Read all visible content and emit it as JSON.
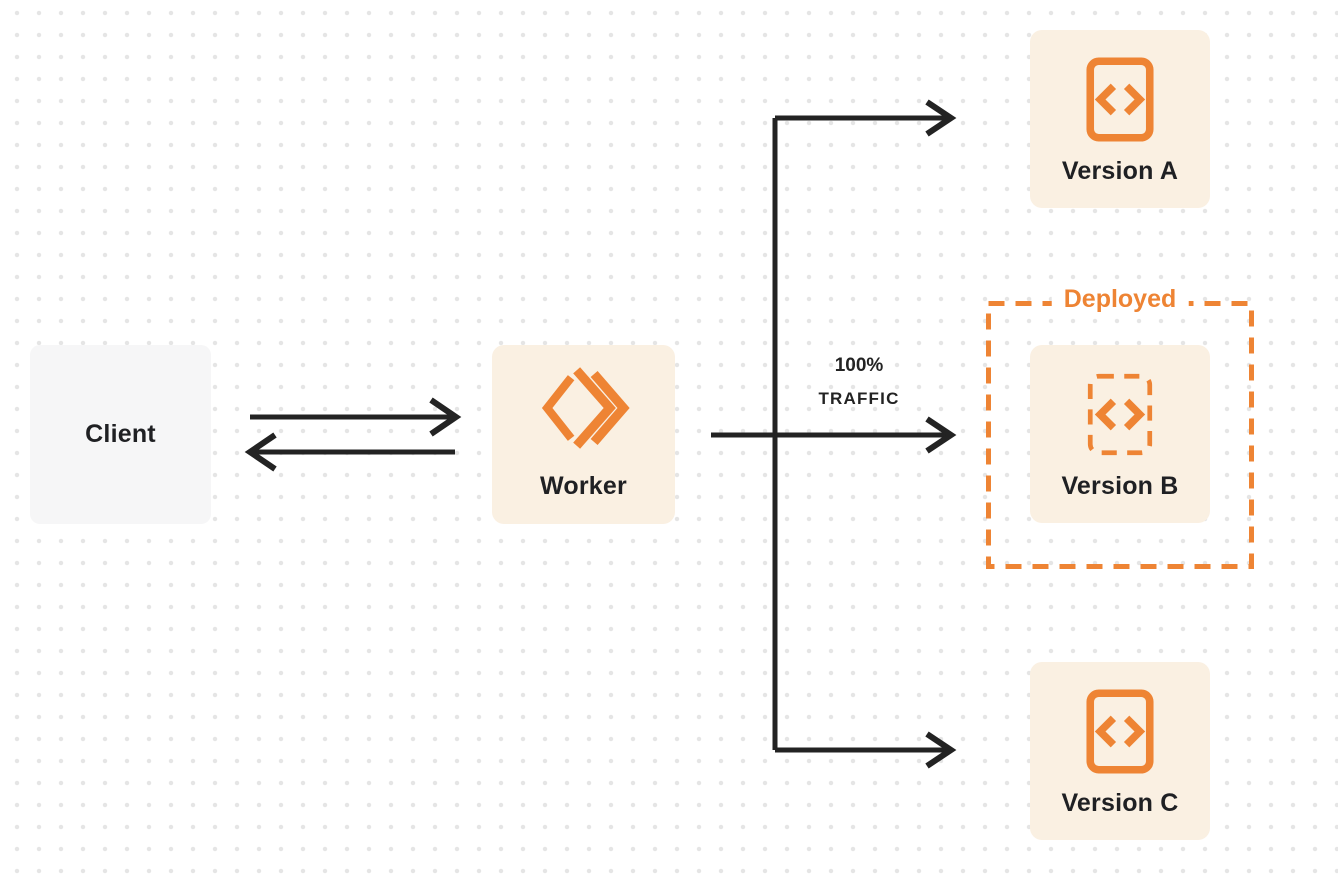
{
  "colors": {
    "orange": "#EE8434",
    "ink": "#232323",
    "text": "#1F2023",
    "client_box_bg": "#F6F6F7",
    "version_box_bg": "#FAF0E2",
    "canvas_bg": "#FFFFFF",
    "dot": "#E5E5E5"
  },
  "nodes": {
    "client": {
      "label": "Client"
    },
    "worker": {
      "label": "Worker",
      "icon": "cloudflare-workers-logo"
    },
    "version_a": {
      "label": "Version A",
      "icon": "code-file"
    },
    "version_b": {
      "label": "Version B",
      "icon": "code-file"
    },
    "version_c": {
      "label": "Version C",
      "icon": "code-file"
    }
  },
  "annotations": {
    "deployed": {
      "label": "Deployed",
      "applies_to": "version_b"
    },
    "traffic": {
      "line1": "100%",
      "line2": "TRAFFIC",
      "applies_to_edge": "worker-to-version_b"
    }
  },
  "edges": [
    {
      "from": "client",
      "to": "worker",
      "style": "solid-arrow"
    },
    {
      "from": "worker",
      "to": "client",
      "style": "solid-arrow"
    },
    {
      "from": "worker",
      "to": "version_a",
      "style": "solid-arrow"
    },
    {
      "from": "worker",
      "to": "version_b",
      "style": "solid-arrow",
      "label": "100% TRAFFIC"
    },
    {
      "from": "worker",
      "to": "version_c",
      "style": "solid-arrow"
    }
  ]
}
